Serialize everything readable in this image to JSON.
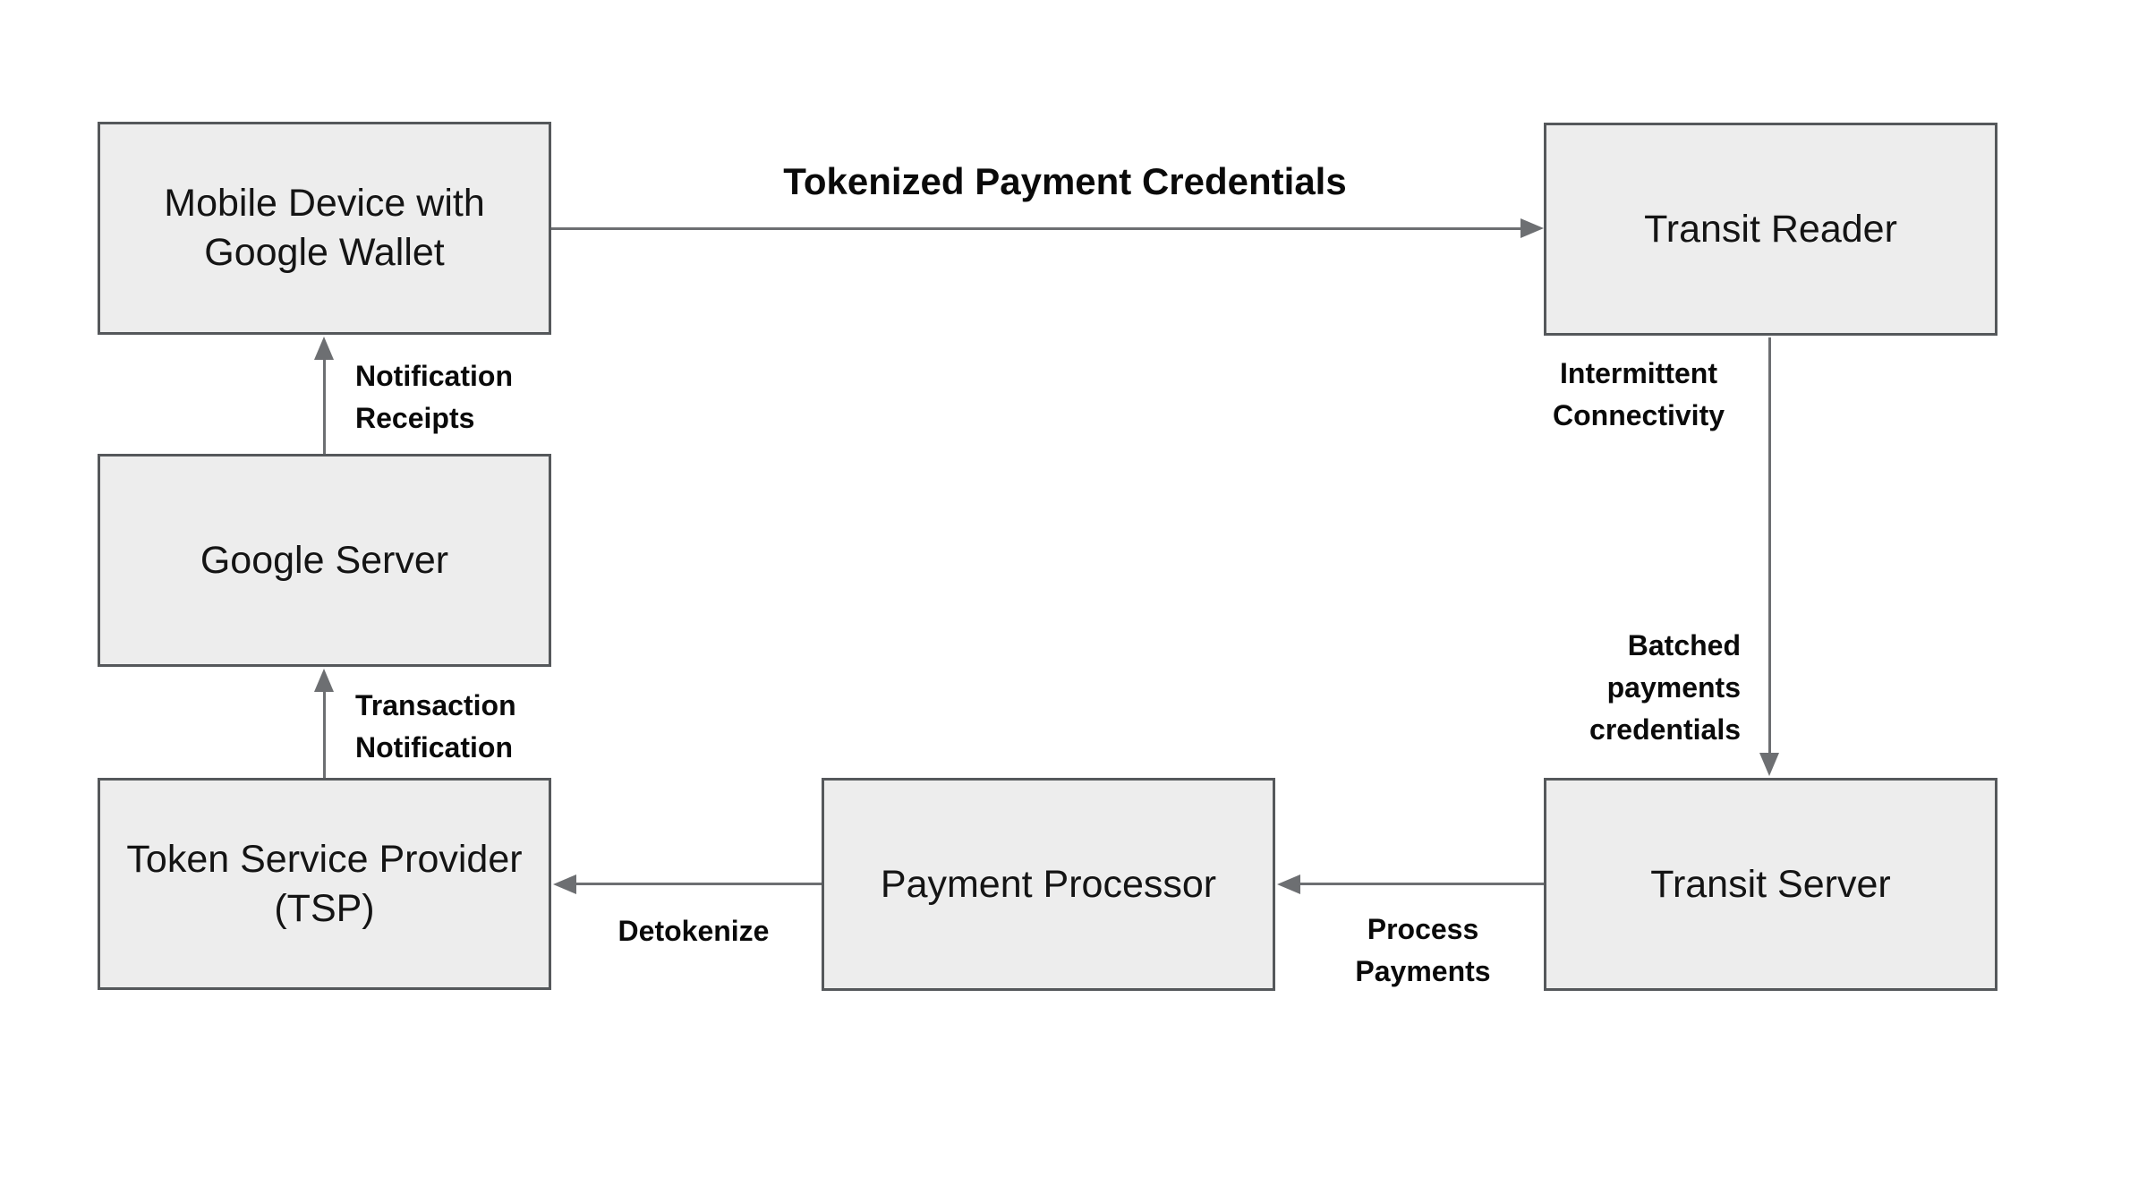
{
  "colors": {
    "background": "#ffffff",
    "box_fill": "#ededed",
    "box_border": "#55585b",
    "arrow": "#6d6f72",
    "text": "#0a0a0a"
  },
  "nodes": [
    {
      "id": "mobile-device-google-wallet",
      "label": "Mobile Device with Google Wallet"
    },
    {
      "id": "transit-reader",
      "label": "Transit Reader"
    },
    {
      "id": "google-server",
      "label": "Google Server"
    },
    {
      "id": "token-service-provider",
      "label": "Token Service Provider (TSP)"
    },
    {
      "id": "payment-processor",
      "label": "Payment Processor"
    },
    {
      "id": "transit-server",
      "label": "Transit Server"
    }
  ],
  "edge_labels": {
    "tokenized_payment_credentials": "Tokenized Payment Credentials",
    "notification_receipts": "Notification\nReceipts",
    "transaction_notification": "Transaction\nNotification",
    "intermittent_connectivity": "Intermittent\nConnectivity",
    "batched_payments_credentials": "Batched\npayments\ncredentials",
    "detokenize": "Detokenize",
    "process_payments": "Process\nPayments"
  }
}
